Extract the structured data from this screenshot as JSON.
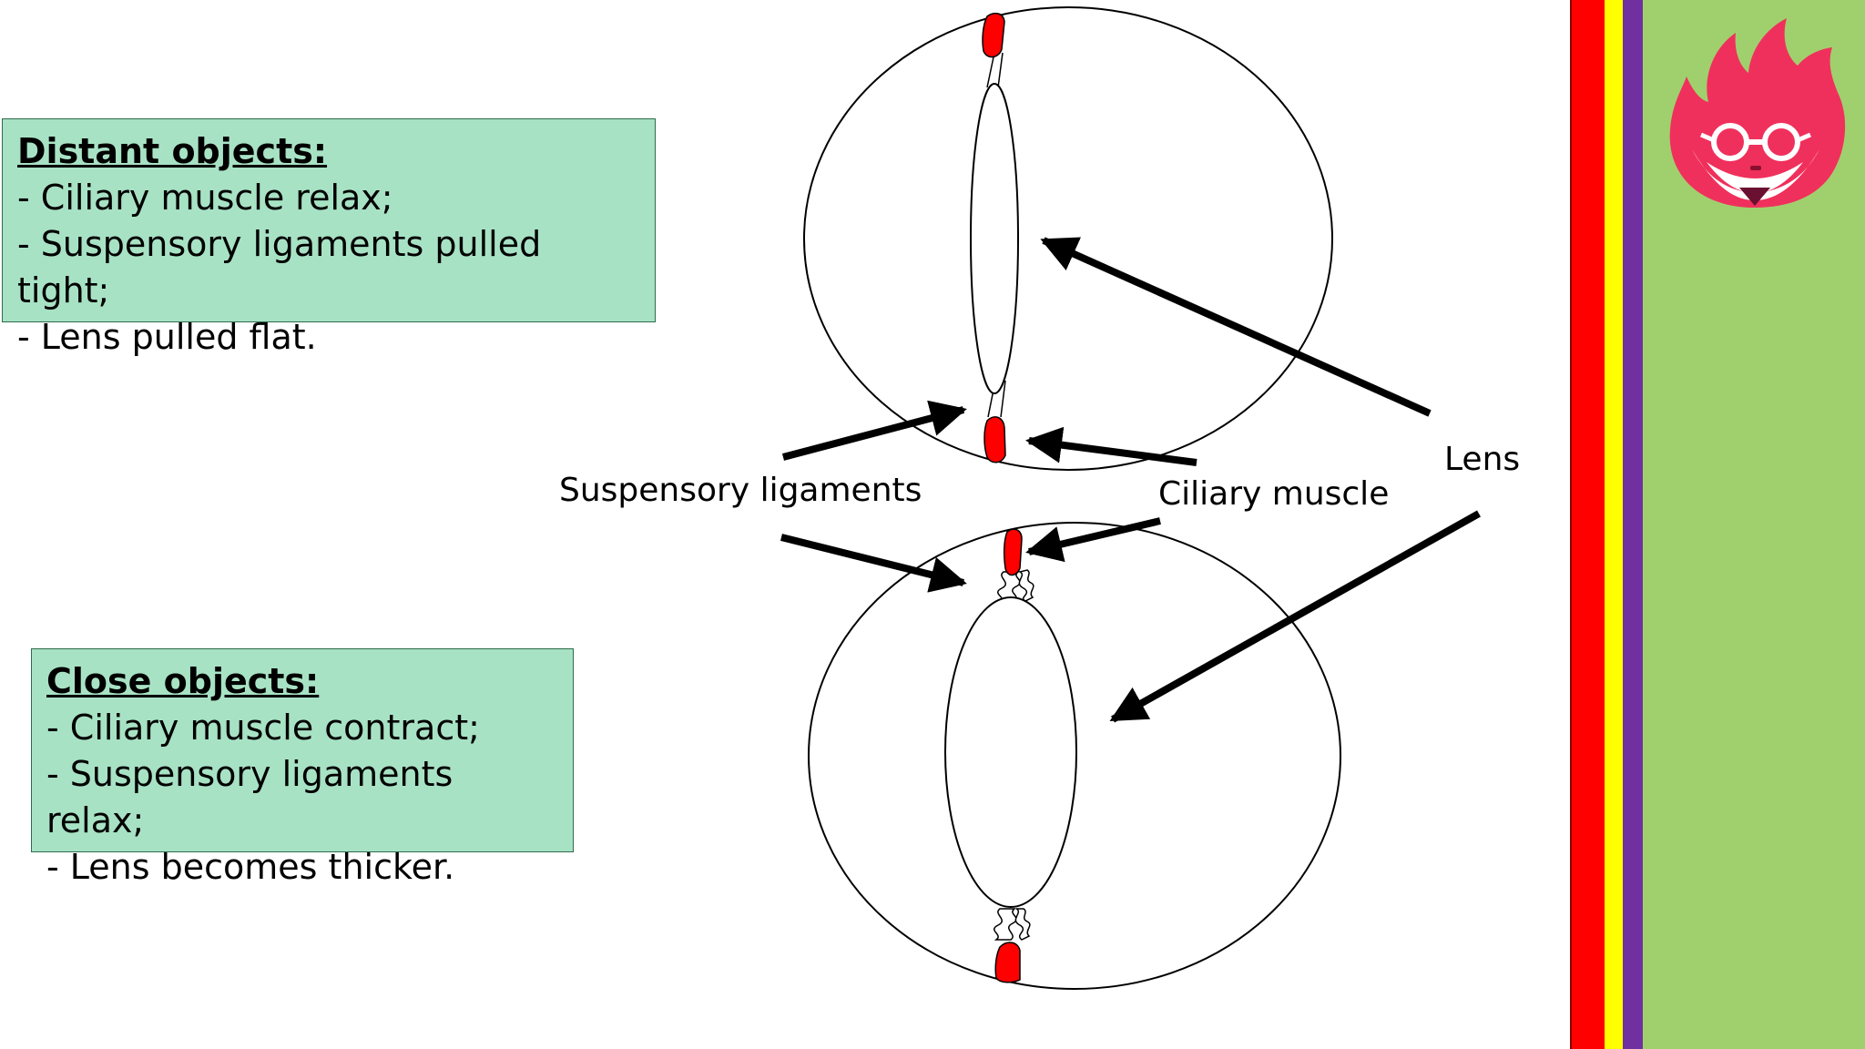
{
  "distant": {
    "heading": "Distant objects:",
    "lines": [
      "- Ciliary muscle relax;",
      "- Suspensory ligaments pulled tight;",
      "- Lens pulled flat."
    ]
  },
  "close": {
    "heading": "Close objects:",
    "lines": [
      "- Ciliary muscle contract;",
      "- Suspensory ligaments relax;",
      "- Lens becomes thicker."
    ]
  },
  "labels": {
    "suspensory": "Suspensory ligaments",
    "ciliary": "Ciliary muscle",
    "lens": "Lens"
  },
  "colors": {
    "box_fill": "#a8e2c5",
    "muscle": "#ff0000",
    "stripe_red": "#ff0000",
    "stripe_yellow": "#ffff00",
    "stripe_purple": "#7030a0",
    "sidebar_green": "#a0d06e",
    "mascot": "#f0305c"
  },
  "icons": {
    "mascot": "flame-mascot-with-glasses-icon"
  }
}
